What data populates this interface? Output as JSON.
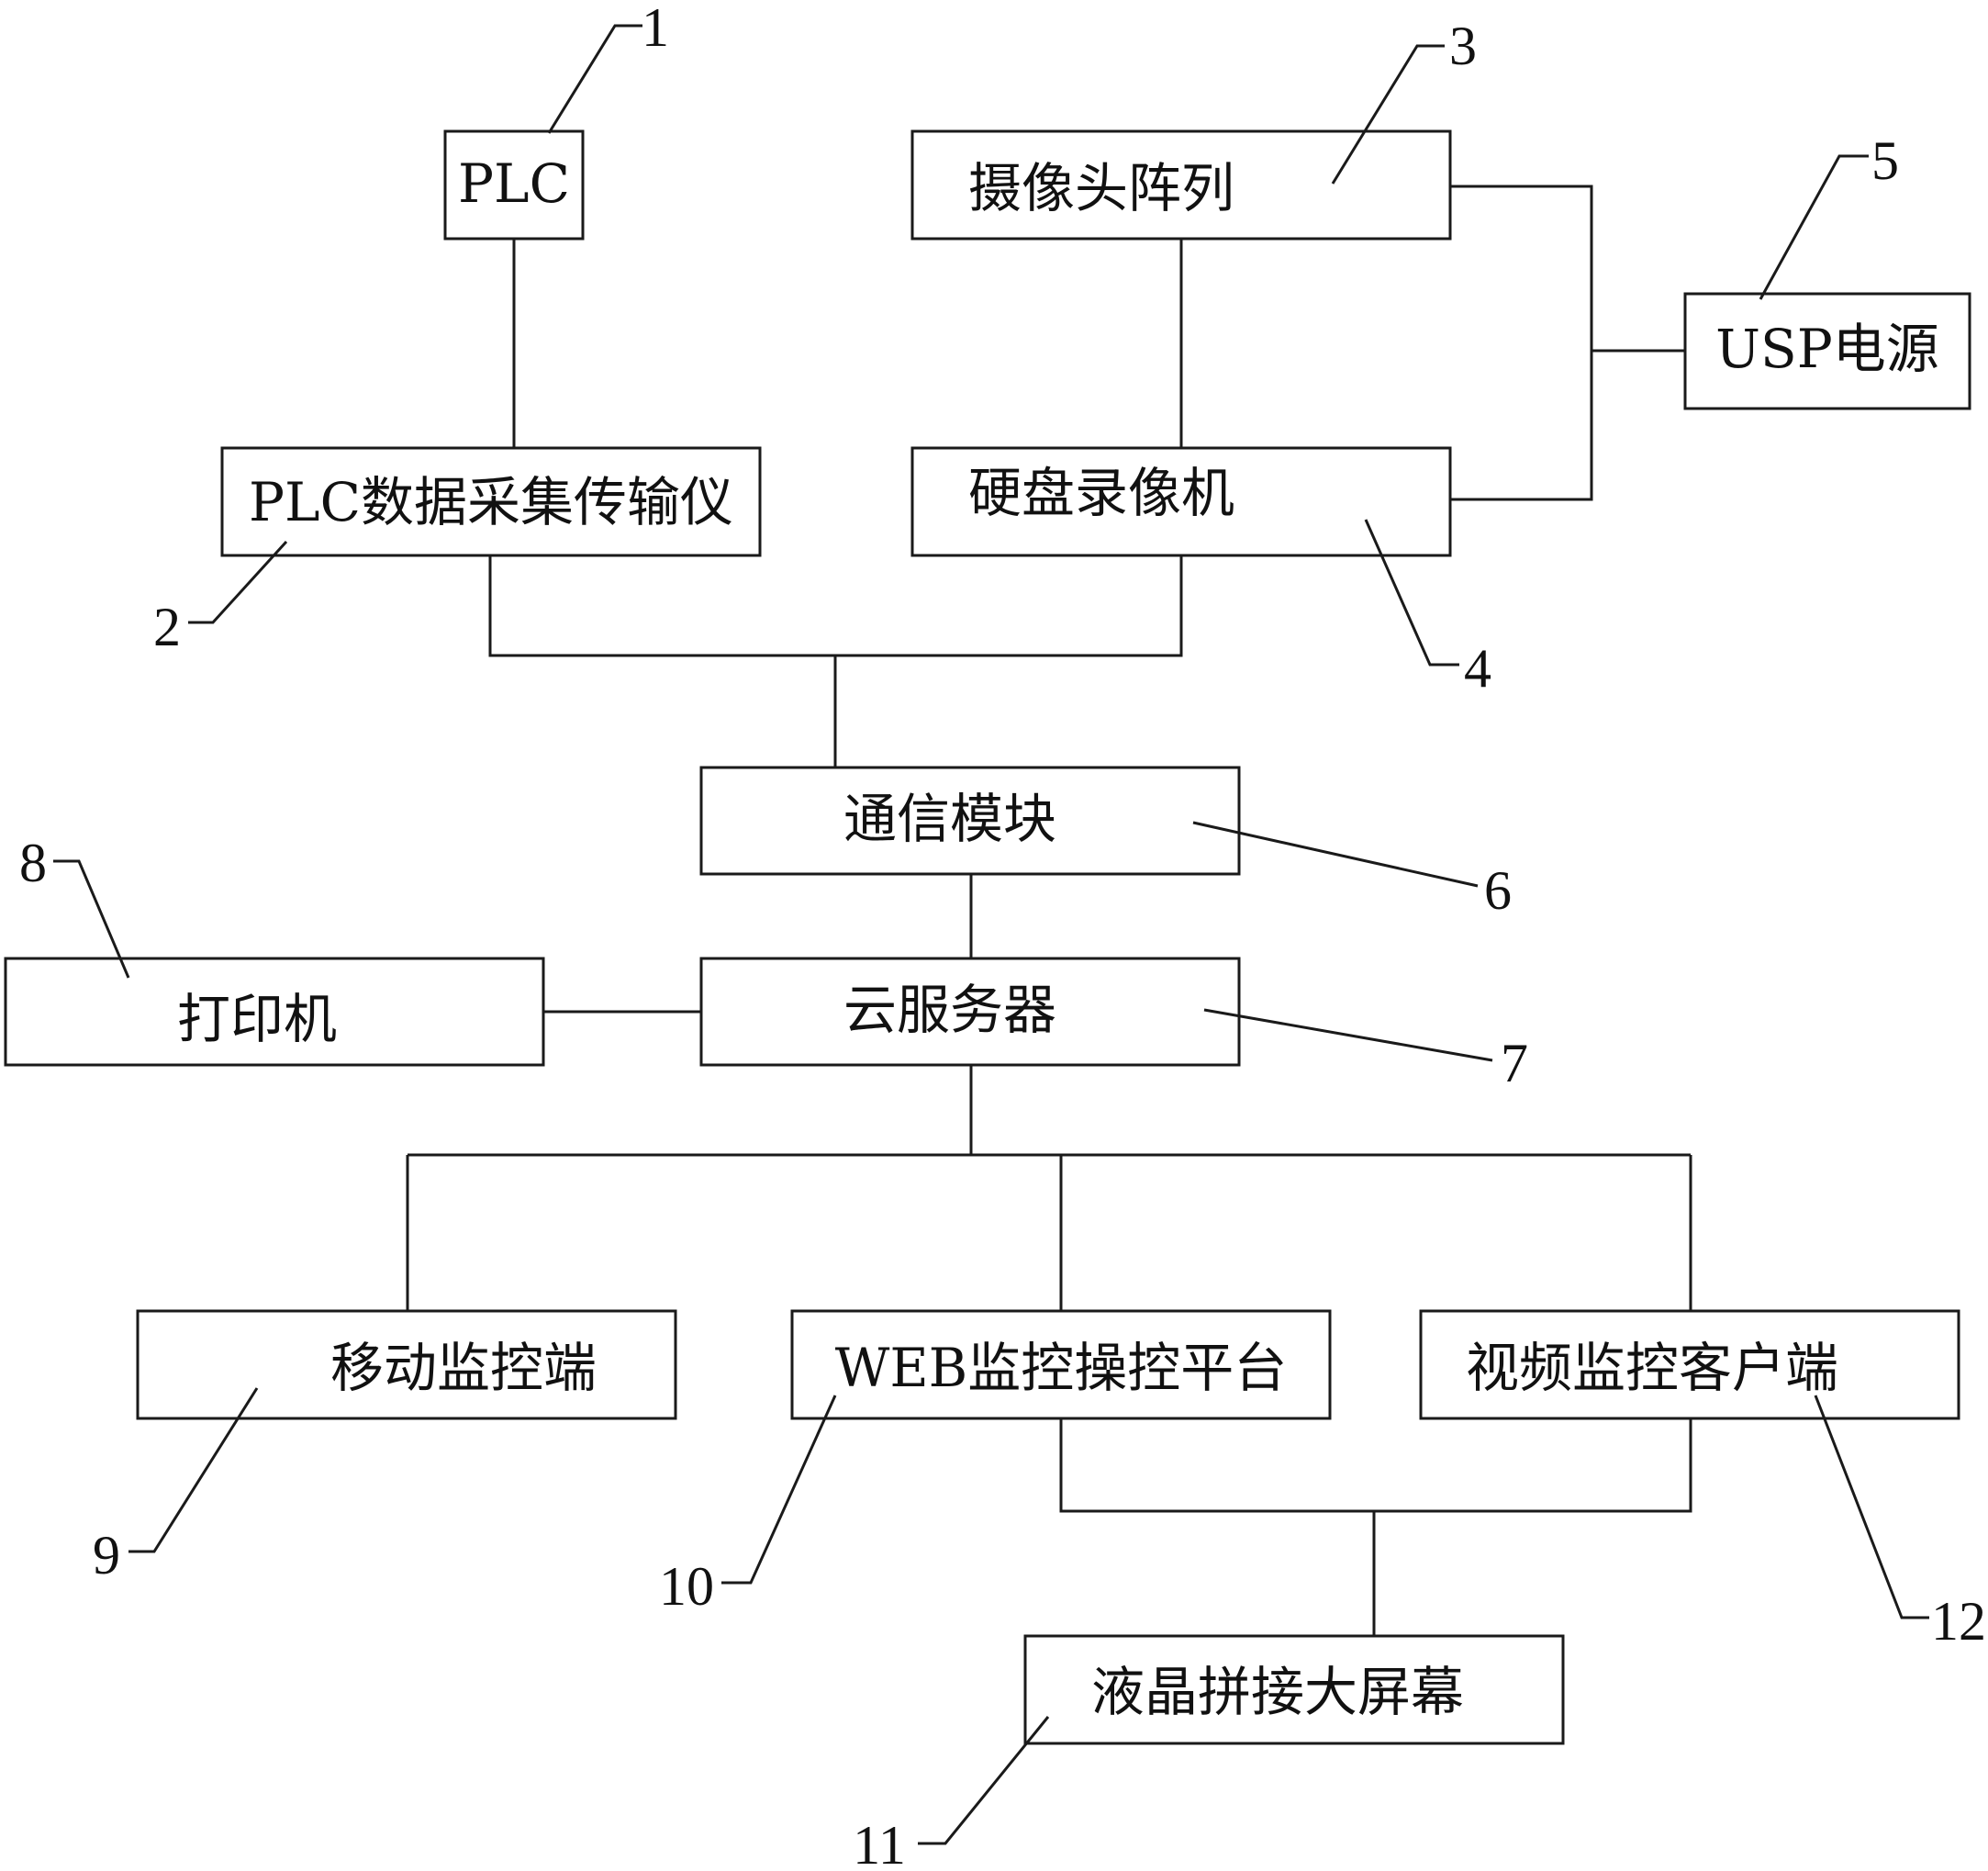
{
  "nodes": {
    "plc": "PLC",
    "plc_collector": "PLC数据采集传输仪",
    "camera_array": "摄像头阵列",
    "nvr": "硬盘录像机",
    "ups": "USP电源",
    "comm_module": "通信模块",
    "printer": "打印机",
    "cloud_server": "云服务器",
    "mobile_monitor": "移动监控端",
    "web_platform": "WEB监控操控平台",
    "video_client": "视频监控客户端",
    "lcd_wall": "液晶拼接大屏幕"
  },
  "callouts": {
    "c1": "1",
    "c2": "2",
    "c3": "3",
    "c4": "4",
    "c5": "5",
    "c6": "6",
    "c7": "7",
    "c8": "8",
    "c9": "9",
    "c10": "10",
    "c11": "11",
    "c12": "12"
  }
}
